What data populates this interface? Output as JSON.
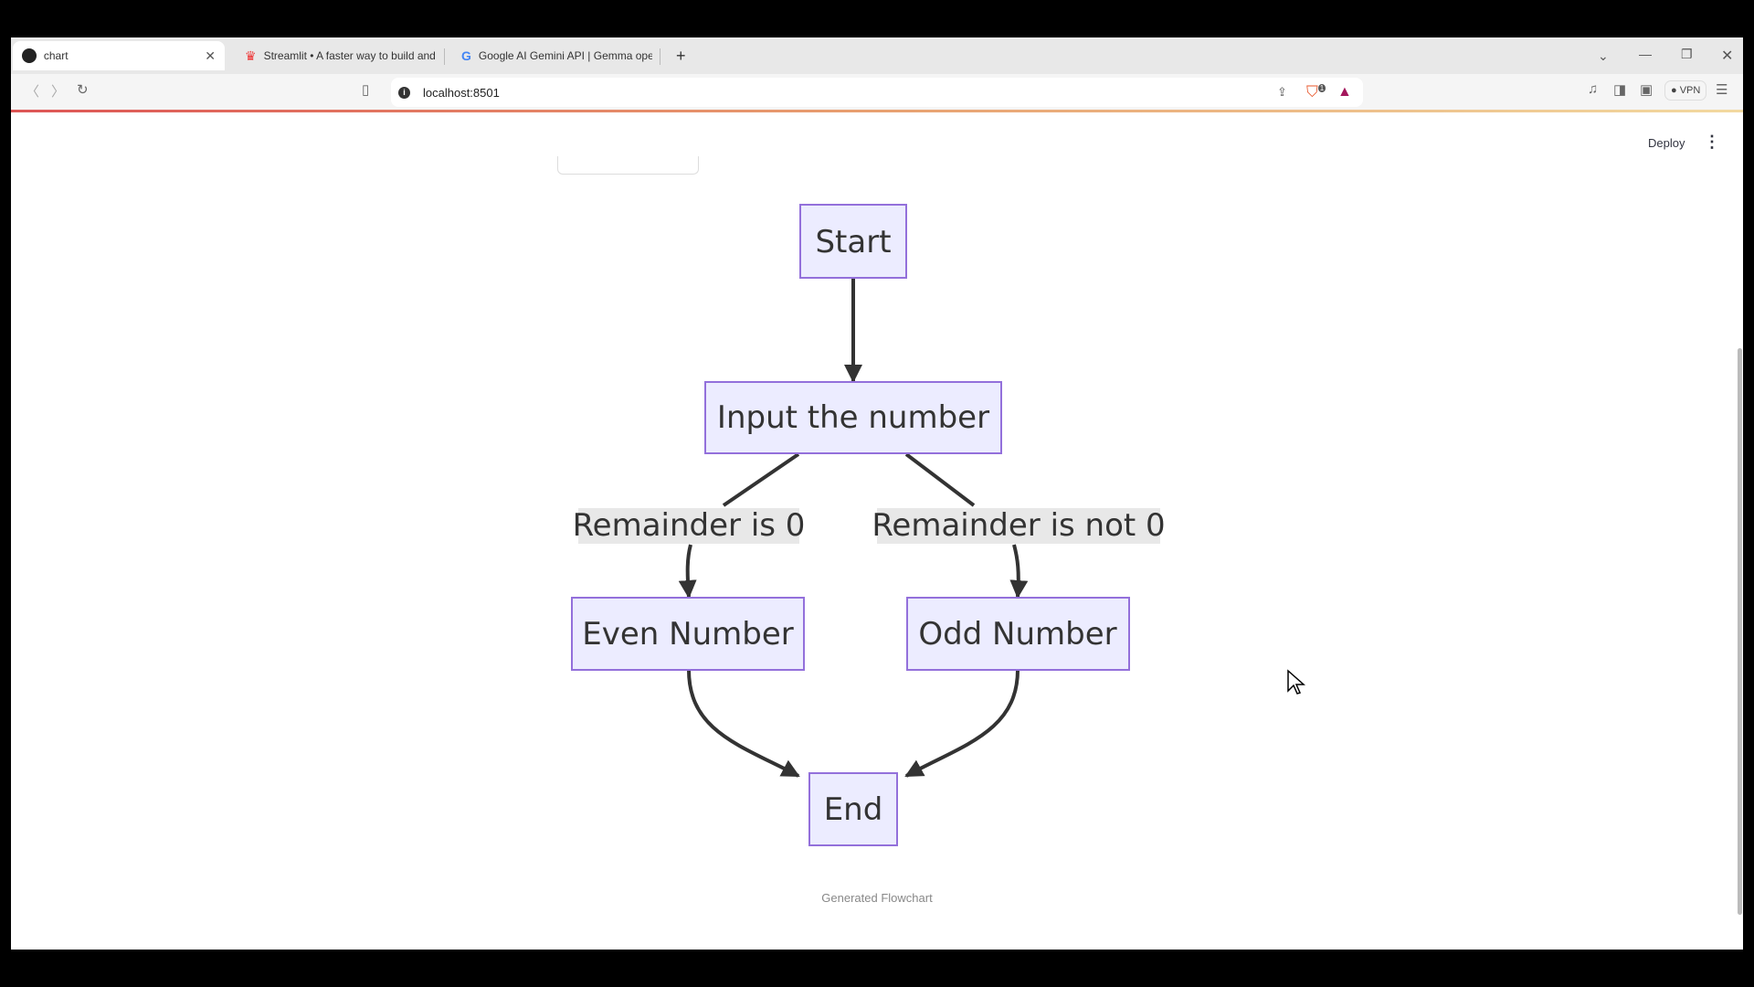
{
  "browser": {
    "tabs": [
      {
        "title": "chart",
        "active": true
      },
      {
        "title": "Streamlit • A faster way to build and"
      },
      {
        "title": "Google AI Gemini API | Gemma ope"
      }
    ],
    "new_tab": "+",
    "url": "localhost:8501",
    "shields_badge": "1",
    "vpn_label": "VPN"
  },
  "app": {
    "deploy_label": "Deploy",
    "caption": "Generated Flowchart"
  },
  "flowchart": {
    "node_fill": "#ECECFF",
    "node_stroke": "#9370DB",
    "edge_color": "#333333",
    "nodes": {
      "start": "Start",
      "input": "Input the number",
      "even": "Even Number",
      "odd": "Odd Number",
      "end": "End"
    },
    "edge_labels": {
      "zero": "Remainder is 0",
      "not_zero": "Remainder is not 0"
    }
  }
}
